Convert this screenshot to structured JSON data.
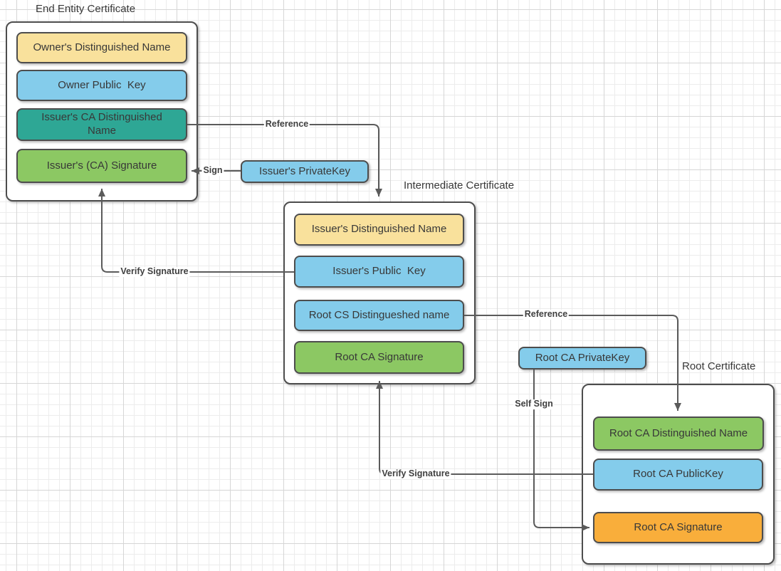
{
  "diagram": {
    "titles": {
      "end_entity": "End Entity Certificate",
      "intermediate": "Intermediate Certificate",
      "root": "Root Certificate"
    },
    "end_entity_fields": {
      "owner_dn": "Owner's Distinguished Name",
      "owner_public_key": "Owner Public  Key",
      "issuer_ca_dn": "Issuer's CA Distinguished Name",
      "issuer_ca_signature": "Issuer's (CA) Signature"
    },
    "intermediate_fields": {
      "issuer_dn": "Issuer's Distinguished Name",
      "issuer_public_key": "Issuer's Public  Key",
      "root_cs_dn": "Root CS Distingueshed name",
      "root_ca_signature": "Root CA Signature"
    },
    "root_fields": {
      "root_ca_dn": "Root CA Distinguished Name",
      "root_ca_public_key": "Root CA PublicKey",
      "root_ca_signature": "Root CA Signature"
    },
    "keys": {
      "issuer_private_key": "Issuer's PrivateKey",
      "root_ca_private_key": "Root CA PrivateKey"
    },
    "edge_labels": {
      "reference_1": "Reference",
      "sign": "Sign",
      "verify_signature_1": "Verify Signature",
      "reference_2": "Reference",
      "self_sign": "Self Sign",
      "verify_signature_2": "Verify Signature"
    },
    "colors": {
      "yellow": "#F9E19C",
      "blue": "#84CCEB",
      "teal": "#2EA795",
      "green": "#8CC863",
      "orange": "#F9AE3B",
      "box_border": "#4D4D4D",
      "edge": "#5B5B5B",
      "text": "#383838",
      "grid_minor": "#ECECEC",
      "grid_major": "#D6D6D6"
    }
  }
}
